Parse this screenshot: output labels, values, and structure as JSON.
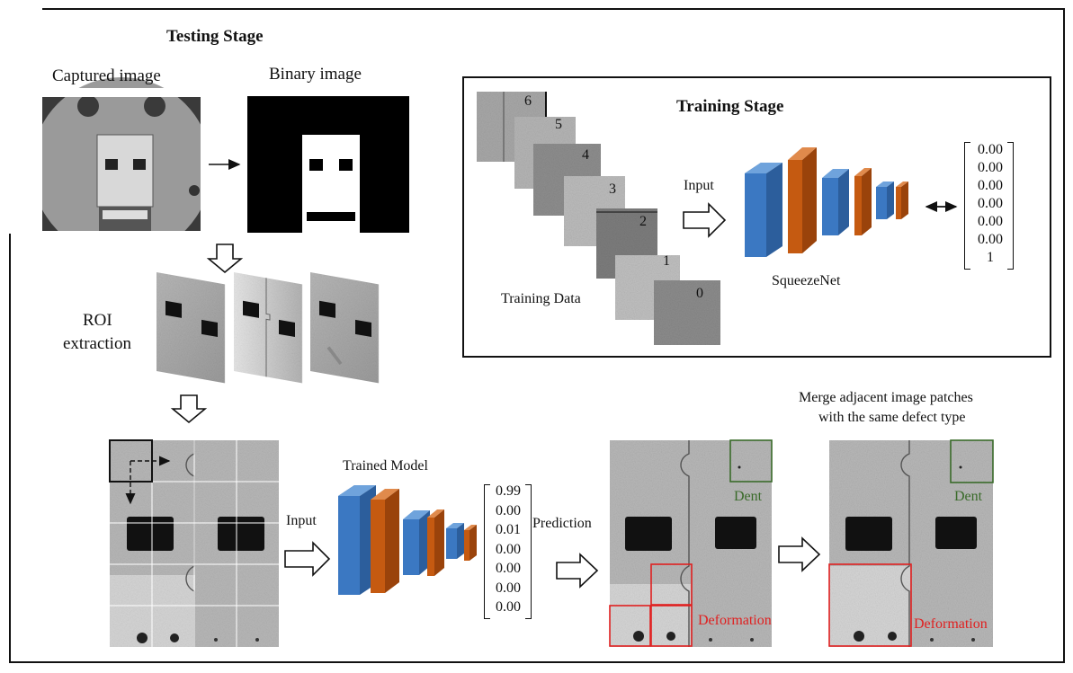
{
  "testing": {
    "title": "Testing Stage",
    "captured_label": "Captured image",
    "binary_label": "Binary image",
    "roi_label_1": "ROI",
    "roi_label_2": "extraction"
  },
  "training": {
    "title": "Training Stage",
    "input_label": "Input",
    "model_label": "SqueezeNet",
    "data_label": "Training Data",
    "patch_numbers": [
      "6",
      "5",
      "4",
      "3",
      "2",
      "1",
      "0"
    ],
    "output_vector": [
      "0.00",
      "0.00",
      "0.00",
      "0.00",
      "0.00",
      "0.00",
      "1"
    ]
  },
  "bottom": {
    "input_label": "Input",
    "trained_model_label": "Trained Model",
    "prediction_label": "Prediction",
    "output_vector": [
      "0.99",
      "0.00",
      "0.01",
      "0.00",
      "0.00",
      "0.00",
      "0.00"
    ],
    "merge_label_1": "Merge adjacent image patches",
    "merge_label_2": "with the same defect type",
    "dent_label": "Dent",
    "deformation_label": "Deformation"
  },
  "colors": {
    "cnn_blue": "#3b78c2",
    "cnn_orange": "#c55a11",
    "dent_green": "#3a6b2a",
    "deformation_red": "#e02020"
  }
}
